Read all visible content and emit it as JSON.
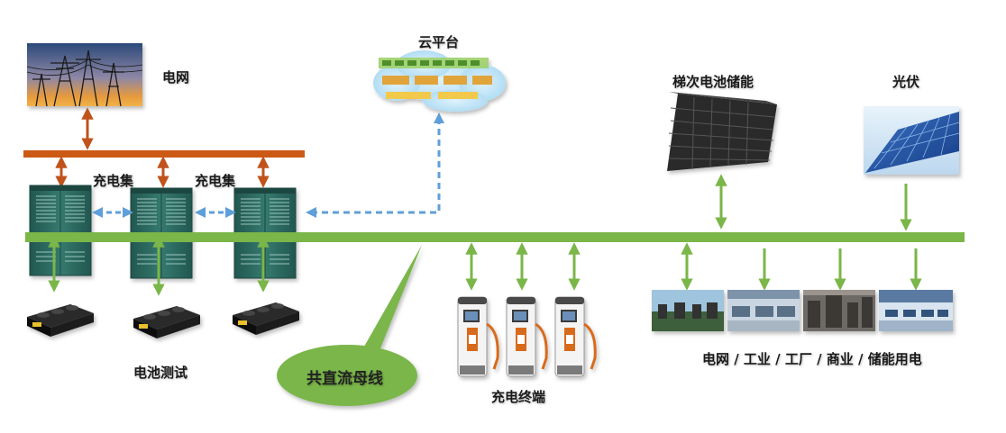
{
  "labels": {
    "grid": "电网",
    "cloud": "云平台",
    "cluster_left": "充电集",
    "cluster_right": "充电集",
    "battery_test": "电池测试",
    "bus": "共直流母线",
    "charging_terminal": "充电终端",
    "cascade_storage": "梯次电池储能",
    "pv": "光伏",
    "loads": "电网 / 工业 / 工厂 / 商业 / 储能用电"
  },
  "colors": {
    "bus_green": "#7ab648",
    "ac_bar": "#cc5a14",
    "arrow_orange": "#c0531c",
    "arrow_green": "#7ab648",
    "arrow_blue": "#5f9fd9",
    "cabinet": "#2e6b61"
  }
}
